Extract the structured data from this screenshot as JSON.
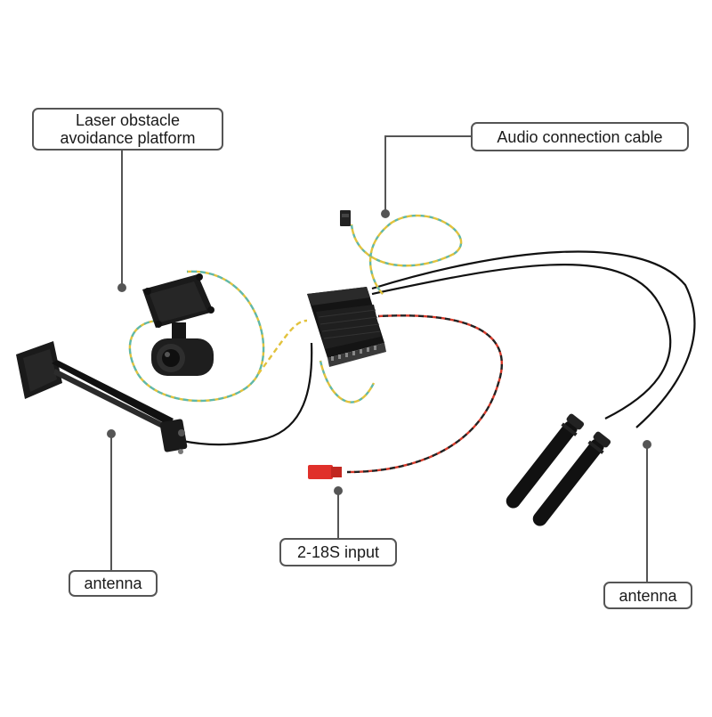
{
  "labels": {
    "laser_platform_line1": "Laser obstacle",
    "laser_platform_line2": "avoidance platform",
    "audio_cable": "Audio connection cable",
    "power_input": "2-18S input",
    "antenna_left": "antenna",
    "antenna_right": "antenna"
  },
  "colors": {
    "callout_border": "#555555",
    "leader_line": "#555555",
    "device_body": "#1b1b1b",
    "cable_black": "#111111",
    "wire_yellow": "#e2c23c",
    "wire_teal": "#5fb8a8",
    "wire_red": "#d83a2a",
    "connector_red": "#e0302a"
  },
  "icons": [
    "laser-platform-icon",
    "transmitter-module-icon",
    "antenna-mount-icon",
    "whip-antenna-icon",
    "red-connector-icon",
    "audio-connector-icon"
  ]
}
